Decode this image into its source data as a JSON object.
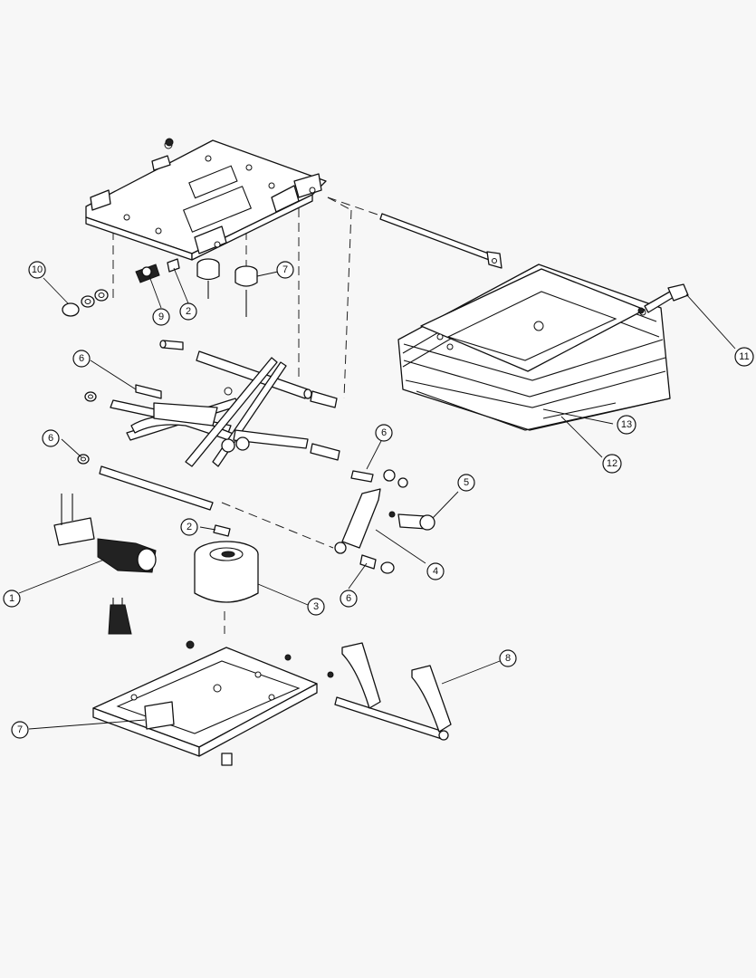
{
  "callouts": [
    {
      "id": "c10",
      "number": "10"
    },
    {
      "id": "c9",
      "number": "9"
    },
    {
      "id": "c2a",
      "number": "2"
    },
    {
      "id": "c7a",
      "number": "7"
    },
    {
      "id": "c11",
      "number": "11"
    },
    {
      "id": "c6a",
      "number": "6"
    },
    {
      "id": "c6b",
      "number": "6"
    },
    {
      "id": "c6c",
      "number": "6"
    },
    {
      "id": "c13",
      "number": "13"
    },
    {
      "id": "c12",
      "number": "12"
    },
    {
      "id": "c5",
      "number": "5"
    },
    {
      "id": "c2b",
      "number": "2"
    },
    {
      "id": "c4",
      "number": "4"
    },
    {
      "id": "c1",
      "number": "1"
    },
    {
      "id": "c6d",
      "number": "6"
    },
    {
      "id": "c3",
      "number": "3"
    },
    {
      "id": "c8",
      "number": "8"
    },
    {
      "id": "c7b",
      "number": "7"
    }
  ]
}
